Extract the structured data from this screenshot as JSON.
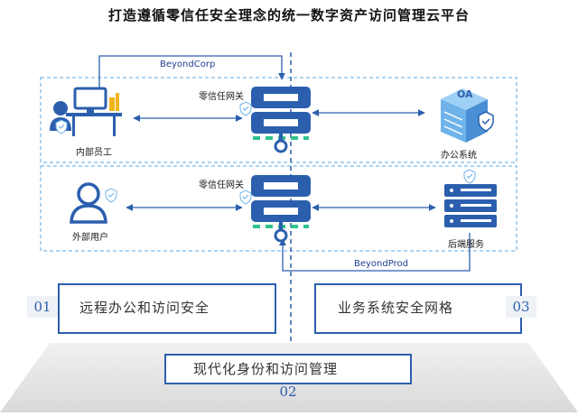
{
  "title": "打造遵循零信任安全理念的统一数字资产访问管理云平台",
  "top_arrow_label": "BeyondCorp",
  "bottom_arrow_label": "BeyondProd",
  "zones": {
    "internal": {
      "user_label": "内部员工",
      "gateway_label": "零信任网关",
      "server_label": "办公系统",
      "server_badge": "OA"
    },
    "external": {
      "user_label": "外部用户",
      "gateway_label": "零信任网关",
      "server_label": "后端服务"
    }
  },
  "cards": [
    {
      "num": "01",
      "text": "远程办公和访问安全"
    },
    {
      "num": "02",
      "text": "现代化身份和访问管理"
    },
    {
      "num": "03",
      "text": "业务系统安全网格"
    }
  ],
  "colors": {
    "primary": "#2b5fae",
    "light_blue": "#6fb3ea",
    "green": "#2fc28a",
    "dash": "#5aa7e6"
  }
}
